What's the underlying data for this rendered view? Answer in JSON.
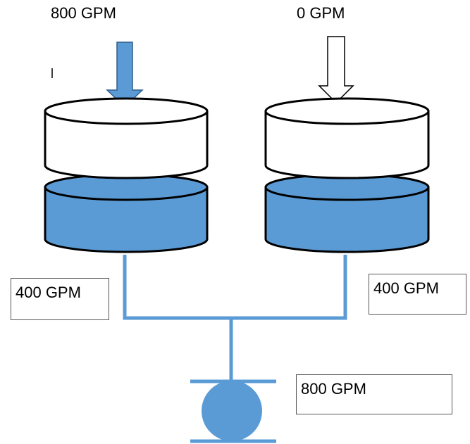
{
  "colors": {
    "water": "#5b9bd5",
    "outline": "#000000",
    "pipe": "#5b9bd5",
    "empty_fill": "#ffffff"
  },
  "labels": {
    "inflow_left": "800 GPM",
    "inflow_right": "0 GPM",
    "outflow_left": "400 GPM",
    "outflow_right": "400 GPM",
    "pump_flow": "800 GPM"
  },
  "icons": {
    "inflow_left": "down-arrow-filled",
    "inflow_right": "down-arrow-outline",
    "pump": "pump-symbol"
  }
}
